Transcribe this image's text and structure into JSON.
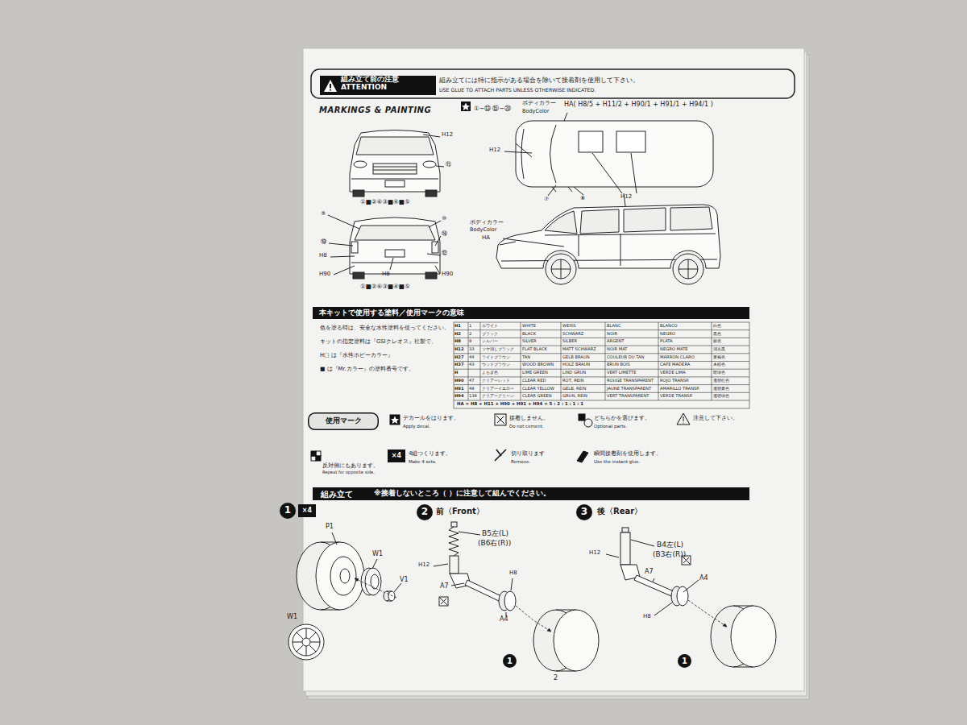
{
  "diagram": {
    "nodes": [
      {
        "text": [
          "組み立て前の注意",
          "ATTENTION"
        ]
      },
      {
        "text": [
          "本キットで使用する塗料／使用マークの意味"
        ]
      },
      {
        "text": [
          "使用マーク"
        ]
      },
      {
        "text": [
          "×4"
        ]
      },
      {
        "text": [
          "組み立て",
          "※接着しないところ（ ）に注意して組んでください。"
        ]
      },
      {
        "text": [
          "1"
        ]
      },
      {
        "text": [
          "×4"
        ]
      },
      {
        "text": [
          "2"
        ]
      },
      {
        "text": [
          "3"
        ]
      },
      {
        "text": [
          "1"
        ]
      },
      {
        "text": [
          "1"
        ]
      }
    ],
    "labels": [
      "組み立てには特に指示がある場合を除いて接着剤を使用して下さい。",
      "USE GLUE TO ATTACH PARTS UNLESS OTHERWISE INDICATED.",
      "MARKINGS & PAINTING",
      "①~⑬ ⑮~⑳",
      "ボディカラー",
      "BodyColor",
      "HA( H8/5 + H11/2 + H90/1 + H91/1 + H94/1 )",
      "H12",
      "⑪",
      "①■②⑥③■④■⑤",
      "⑨",
      "⑩",
      "⑲",
      "⑭",
      "H8",
      "⑫",
      "H90",
      "H8",
      "H90",
      "①■②⑥③■④■⑤",
      "H12",
      "⑦",
      "⑧",
      "H12",
      "ボディカラー",
      "BodyColor",
      "HA",
      "色を塗る時は、安全な水性塗料を使ってください。",
      "キットの指定塗料は『GSIクレオス』社製で、",
      "H□ は『水性ホビーカラー』",
      "■ は『Mr.カラー』の塗料番号です。",
      "H1",
      "1",
      "ホワイト",
      "WHITE",
      "WEISS",
      "BLANC",
      "BLANCO",
      "白色",
      "H2",
      "2",
      "ブラック",
      "BLACK",
      "SCHWARZ",
      "NOIR",
      "NEGRO",
      "黒色",
      "H8",
      "8",
      "シルバー",
      "SILVER",
      "SILBER",
      "ARGENT",
      "PLATA",
      "銀色",
      "H12",
      "33",
      "ツヤ消しブラック",
      "FLAT BLACK",
      "MATT SCHWARZ",
      "NOIR MAT",
      "NEGRO MATE",
      "消光黒",
      "H27",
      "44",
      "ライトブラウン",
      "TAN",
      "GELB BRAUN",
      "COULEUR DU TAN",
      "MARRON CLARO",
      "黄褐色",
      "H37",
      "43",
      "ウッドブラウン",
      "WOOD BROWN",
      "HOLZ BRAUN",
      "BRUN BOIS",
      "CAFE MADERA",
      "木棕色",
      "H",
      "よもぎ色",
      "LIME GREEN",
      "LIND GRUN",
      "VERT LIMETTE",
      "VERDE LIMA",
      "暗绿色",
      "H90",
      "47",
      "クリアーレッド",
      "CLEAR RED",
      "ROT, REIN",
      "ROUGE TRANSPARENT",
      "ROJO TRANSP.",
      "透明红色",
      "H91",
      "48",
      "クリアーイエロー",
      "CLEAR YELLOW",
      "GELB, REIN",
      "JAUNE TRANSPARENT",
      "AMARILLO TRANSP.",
      "透明黄色",
      "H94",
      "138",
      "クリアーグリーン",
      "CLEAR GREEN",
      "GRUN, REIN",
      "VERT TRANSPARENT",
      "VERDE TRANSP.",
      "透明绿色",
      "HA = H8 + H11 + H90 + H91 + H94 = 5 : 2 : 1 : 1 : 1",
      "デカールをはります。",
      "Apply decal.",
      "接着しません。",
      "Do not cement.",
      "どちらかを選びます。",
      "Optional parts.",
      "注意して下さい。",
      "反対側にもあります。",
      "Repeat for opposite side.",
      "4組つくります。",
      "Make 4 sets.",
      "切り取ります",
      "Remove.",
      "瞬間接着剤を使用します。",
      "Use the instant glue.",
      "P1",
      "W1",
      "V1",
      "W1",
      "前〈Front〉",
      "B5左(L)",
      "(B6右(R))",
      "H12",
      "H8",
      "A7",
      "A4",
      "後〈Rear〉",
      "B4左(L)",
      "(B3右(R))",
      "H12",
      "A7",
      "A4",
      "H8",
      "2"
    ]
  }
}
